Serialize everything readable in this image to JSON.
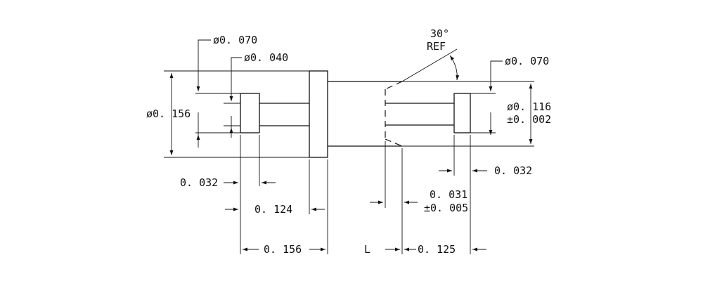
{
  "drawing": {
    "dims": {
      "dia_070_left": "ø0. 070",
      "dia_040": "ø0. 040",
      "dia_156": "ø0. 156",
      "angle_30": "30°",
      "angle_ref": "REF",
      "dia_070_right": "ø0. 070",
      "dia_116": "ø0. 116",
      "tol_002": "±0. 002",
      "len_032_left": "0. 032",
      "len_124": "0. 124",
      "len_156": "0. 156",
      "len_L": "L",
      "len_031": "0. 031",
      "tol_005": "±0. 005",
      "len_032_right": "0. 032",
      "len_125": "0. 125"
    }
  }
}
